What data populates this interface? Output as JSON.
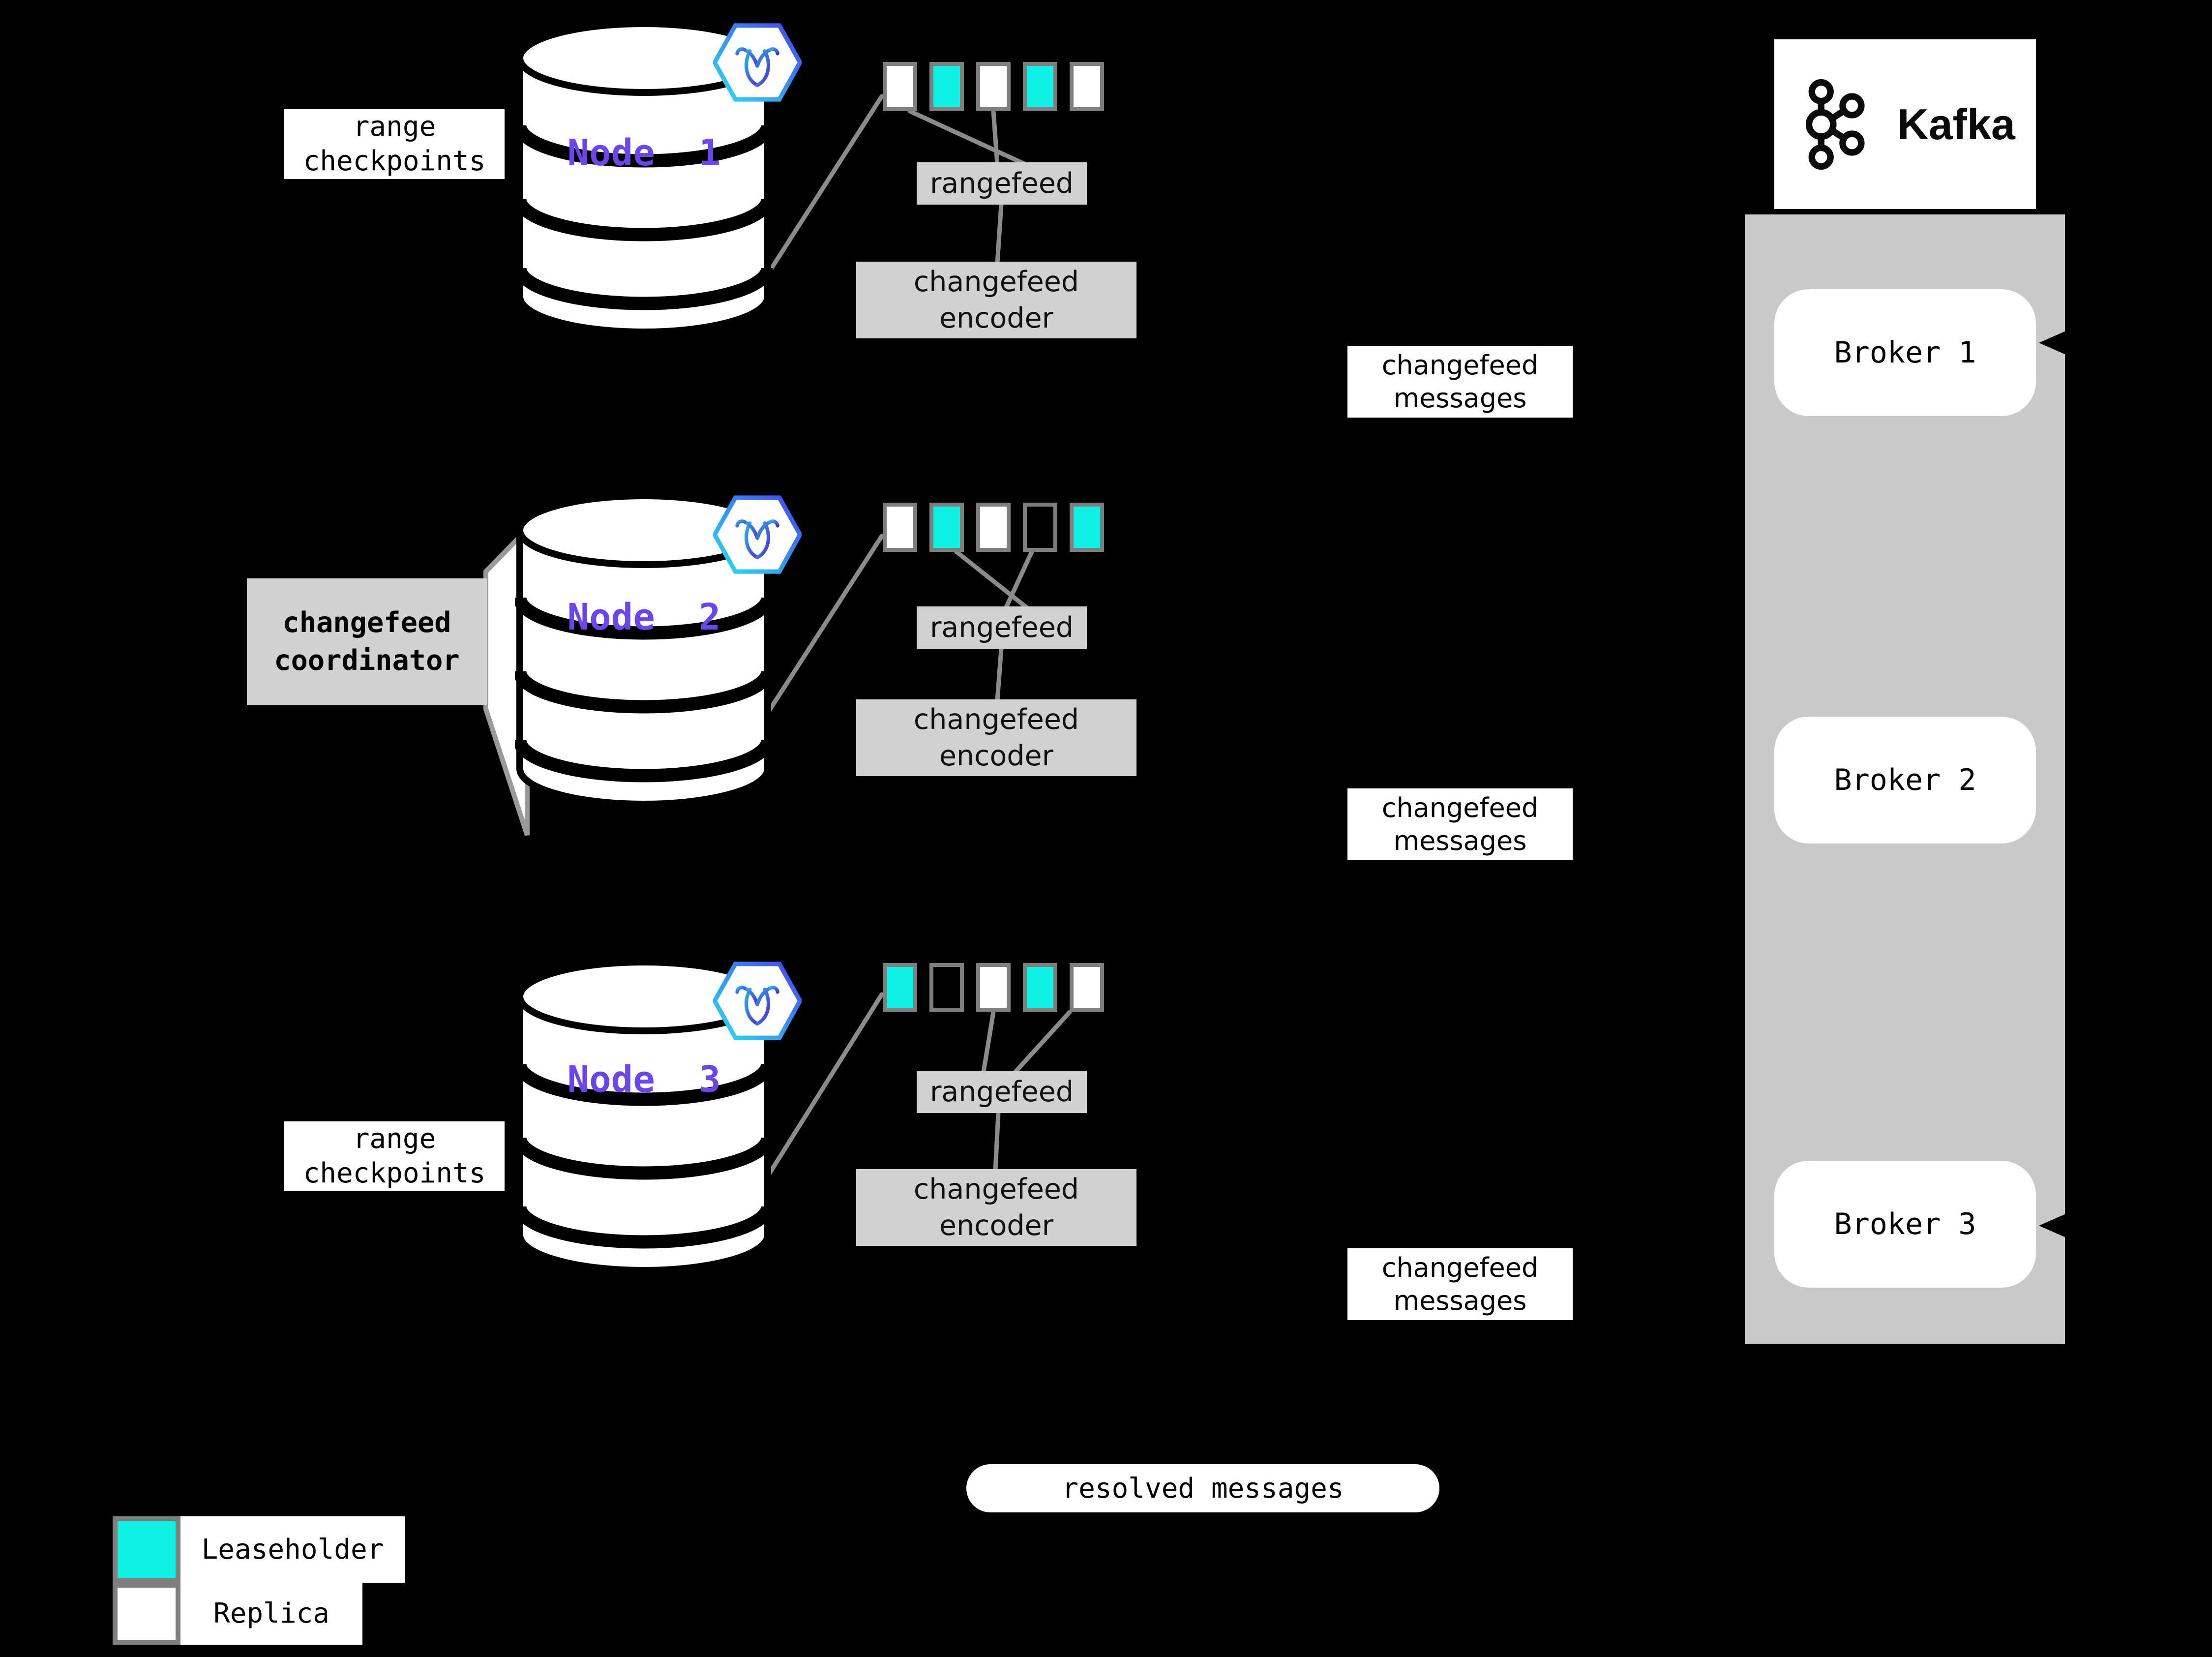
{
  "diagram": {
    "title_none": "",
    "labels": {
      "range_checkpoints_top": "range checkpoints",
      "range_checkpoints_bottom": "range checkpoints",
      "rangefeed": "rangefeed",
      "changefeed_encoder": "changefeed encoder",
      "changefeed_messages": "changefeed messages",
      "changefeed_coordinator": "changefeed coordinator",
      "resolved_messages": "resolved messages"
    },
    "nodes": [
      {
        "label": "Node  1",
        "squares": [
          "replica",
          "leaseholder",
          "replica",
          "leaseholder",
          "replica"
        ]
      },
      {
        "label": "Node  2",
        "squares": [
          "replica",
          "leaseholder",
          "replica",
          "empty",
          "leaseholder"
        ]
      },
      {
        "label": "Node  3",
        "squares": [
          "leaseholder",
          "empty",
          "replica",
          "leaseholder",
          "replica"
        ]
      }
    ],
    "kafka": {
      "title": "Kafka",
      "brokers": [
        {
          "label": "Broker 1"
        },
        {
          "label": "Broker 2"
        },
        {
          "label": "Broker 3"
        }
      ]
    },
    "legend": [
      {
        "type": "leaseholder",
        "label": "Leaseholder"
      },
      {
        "type": "replica",
        "label": "Replica"
      }
    ],
    "colors": {
      "leaseholder": "#0EF2E4",
      "replica": "#FFFFFF",
      "empty": "#000000",
      "square_border": "#7E7E7E",
      "panel_gray": "#C9C9C9",
      "box_gray": "#D1D1D1",
      "node_purple": "#6B46EA",
      "line_gray": "#8B8B8B",
      "hex_gradient_start": "#2BE0F2",
      "hex_gradient_end": "#4643EE"
    }
  }
}
